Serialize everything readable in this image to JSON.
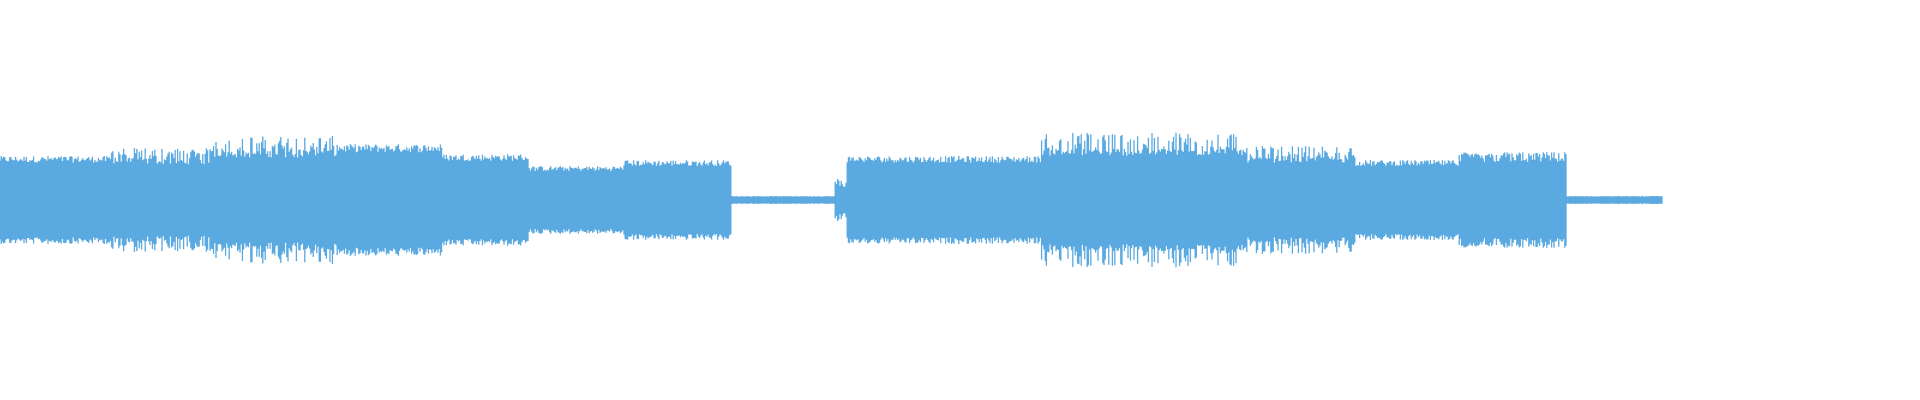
{
  "waveform": {
    "color": "#5aa9e0",
    "background": "#ffffff",
    "total_duration_fraction_shown": 0.866,
    "segments": [
      {
        "start": 0.0,
        "end": 0.058,
        "amp": 0.22,
        "spike": 0.24,
        "density": "dense"
      },
      {
        "start": 0.058,
        "end": 0.109,
        "amp": 0.21,
        "spike": 0.26,
        "density": "spiky"
      },
      {
        "start": 0.109,
        "end": 0.176,
        "amp": 0.25,
        "spike": 0.32,
        "density": "spiky"
      },
      {
        "start": 0.176,
        "end": 0.23,
        "amp": 0.28,
        "spike": 0.3,
        "density": "dense"
      },
      {
        "start": 0.23,
        "end": 0.275,
        "amp": 0.23,
        "spike": 0.25,
        "density": "dense"
      },
      {
        "start": 0.275,
        "end": 0.325,
        "amp": 0.17,
        "spike": 0.19,
        "density": "dense"
      },
      {
        "start": 0.325,
        "end": 0.381,
        "amp": 0.2,
        "spike": 0.22,
        "density": "dense"
      },
      {
        "start": 0.381,
        "end": 0.435,
        "amp": 0.02,
        "spike": 0.03,
        "density": "quiet"
      },
      {
        "start": 0.435,
        "end": 0.441,
        "amp": 0.02,
        "spike": 0.11,
        "density": "blip"
      },
      {
        "start": 0.441,
        "end": 0.542,
        "amp": 0.22,
        "spike": 0.24,
        "density": "dense"
      },
      {
        "start": 0.542,
        "end": 0.65,
        "amp": 0.26,
        "spike": 0.34,
        "density": "spiky"
      },
      {
        "start": 0.65,
        "end": 0.706,
        "amp": 0.22,
        "spike": 0.27,
        "density": "spiky"
      },
      {
        "start": 0.706,
        "end": 0.76,
        "amp": 0.2,
        "spike": 0.22,
        "density": "dense"
      },
      {
        "start": 0.76,
        "end": 0.816,
        "amp": 0.22,
        "spike": 0.24,
        "density": "spiky"
      },
      {
        "start": 0.816,
        "end": 0.866,
        "amp": 0.02,
        "spike": 0.03,
        "density": "quiet"
      }
    ]
  }
}
